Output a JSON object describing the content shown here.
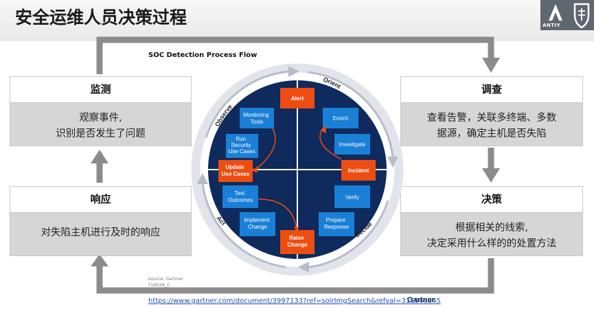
{
  "header": {
    "title": "安全运维人员决策过程"
  },
  "logos": {
    "antiy_text": "ANTIY"
  },
  "boxes": {
    "monitor": {
      "title": "监测",
      "lines": [
        "观察事件,",
        "识别是否发生了问题"
      ]
    },
    "investigate": {
      "title": "调查",
      "lines": [
        "查看告警，关联多终端、多数",
        "据源，确定主机是否失陷"
      ]
    },
    "decide": {
      "title": "决策",
      "lines": [
        "根据相关的线索,",
        "决定采用什么样的的处置方法"
      ]
    },
    "respond": {
      "title": "响应",
      "lines": [
        "对失陷主机进行及时的响应"
      ]
    }
  },
  "soc": {
    "title": "SOC Detection Process Flow",
    "phases": {
      "observe": "Observe",
      "orient": "Orient",
      "decide": "Decide",
      "act": "Act"
    },
    "nodes": {
      "alert": "Alert",
      "incident": "Incident",
      "raise_change": [
        "Raise",
        "Change"
      ],
      "update_use_cases": [
        "Update",
        "Use Cases"
      ],
      "monitoring_tools": [
        "Monitoring",
        "Tools"
      ],
      "run_security_use_cases": [
        "Run",
        "Security",
        "Use Cases"
      ],
      "enrich": [
        "Enrich"
      ],
      "investigate": [
        "Investigate"
      ],
      "verify": [
        "Verify"
      ],
      "prepare_response": [
        "Prepare",
        "Response"
      ],
      "test_outcomes": [
        "Test",
        "Outcomes"
      ],
      "implement_change": [
        "Implement",
        "Change"
      ]
    },
    "source": {
      "line1": "Source: Gartner",
      "line2": "719029_C"
    },
    "url": "https://www.gartner.com/document/3997133?ref=solrImgSearch&refval=311966345",
    "brand": "Gartner."
  },
  "colors": {
    "navy": "#0f2a5c",
    "blue": "#1a7fd6",
    "orange": "#ee4d11",
    "gray_arrow": "#8c8c8c"
  }
}
